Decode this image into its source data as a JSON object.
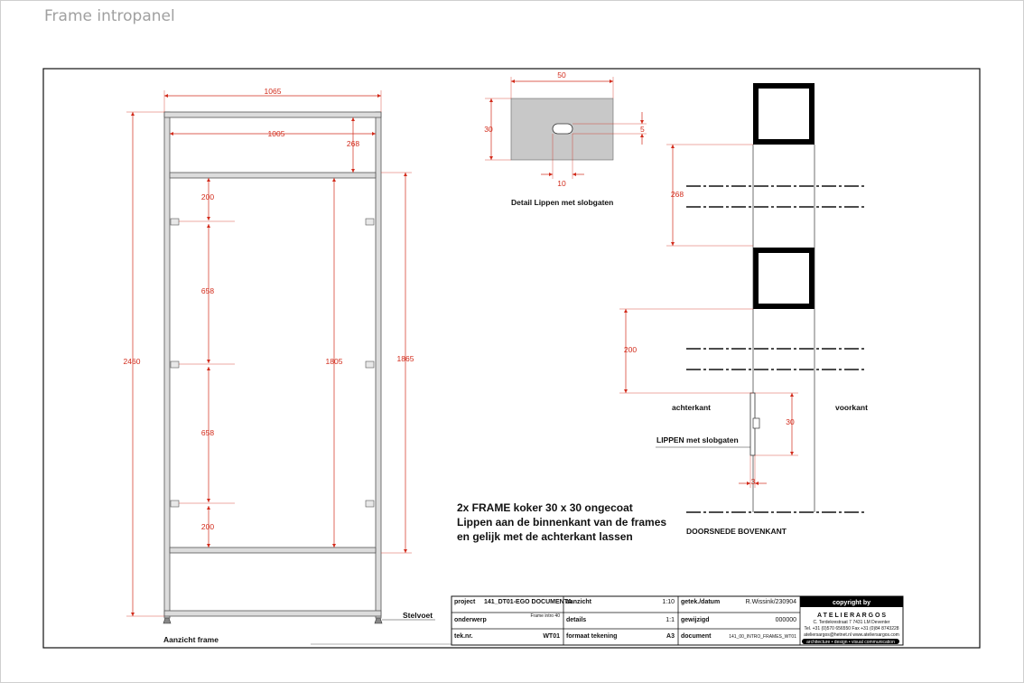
{
  "page": {
    "title": "Frame intropanel"
  },
  "front_view": {
    "caption": "Aanzicht frame",
    "foot_label": "Stelvoet",
    "dims": {
      "total_width": "1065",
      "inner_width": "1005",
      "top_gap": "268",
      "upper_gap": "200",
      "mid_gap_1": "658",
      "mid_gap_2": "658",
      "lower_gap": "200",
      "total_height": "2460",
      "inner_height": "1805",
      "side_height": "1865"
    }
  },
  "detail": {
    "caption": "Detail Lippen met slobgaten",
    "dims": {
      "width": "50",
      "height": "30",
      "slot_height": "5",
      "slot_width": "10"
    }
  },
  "section": {
    "caption": "DOORSNEDE BOVENKANT",
    "back_label": "achterkant",
    "front_label": "voorkant",
    "lip_label": "LIPPEN met slobgaten",
    "dims": {
      "gap_1": "268",
      "gap_2": "200",
      "lip_height": "30",
      "lip_thickness": "3"
    }
  },
  "notes": [
    "2x FRAME koker 30 x 30 ongecoat",
    "Lippen aan de binnenkant van de frames",
    "en gelijk met de achterkant lassen"
  ],
  "title_block": {
    "project_label": "project",
    "project_value": "141_DT01-EGO DOCUMENTA",
    "aanzicht_label": "aanzicht",
    "aanzicht_value": "1:10",
    "getek_label": "getek./datum",
    "getek_value": "R.Wissink/230904",
    "onderwerp_label": "onderwerp",
    "onderwerp_value": "Frame intro 40",
    "details_label": "details",
    "details_value": "1:1",
    "gewijzigd_label": "gewijzigd",
    "gewijzigd_value": "000000",
    "tek_label": "tek.nr.",
    "tek_value": "WT01",
    "formaat_label": "formaat tekening",
    "formaat_value": "A3",
    "document_label": "document",
    "document_value": "141_00_INTRO_FRAMES_WT01",
    "copyright": "copyright by",
    "company": "A T E L I E R   A R G O S",
    "address": "C. Terdekrestraat 7  7431 LM  Deventer",
    "phone": "Tel. +31 (0)570 656550  Fax +31 (0)84 8743228",
    "email": "ateliersargos@hetnet.nl  www.ateliersargos.com",
    "tagline": "architecture • design • visual communication"
  }
}
